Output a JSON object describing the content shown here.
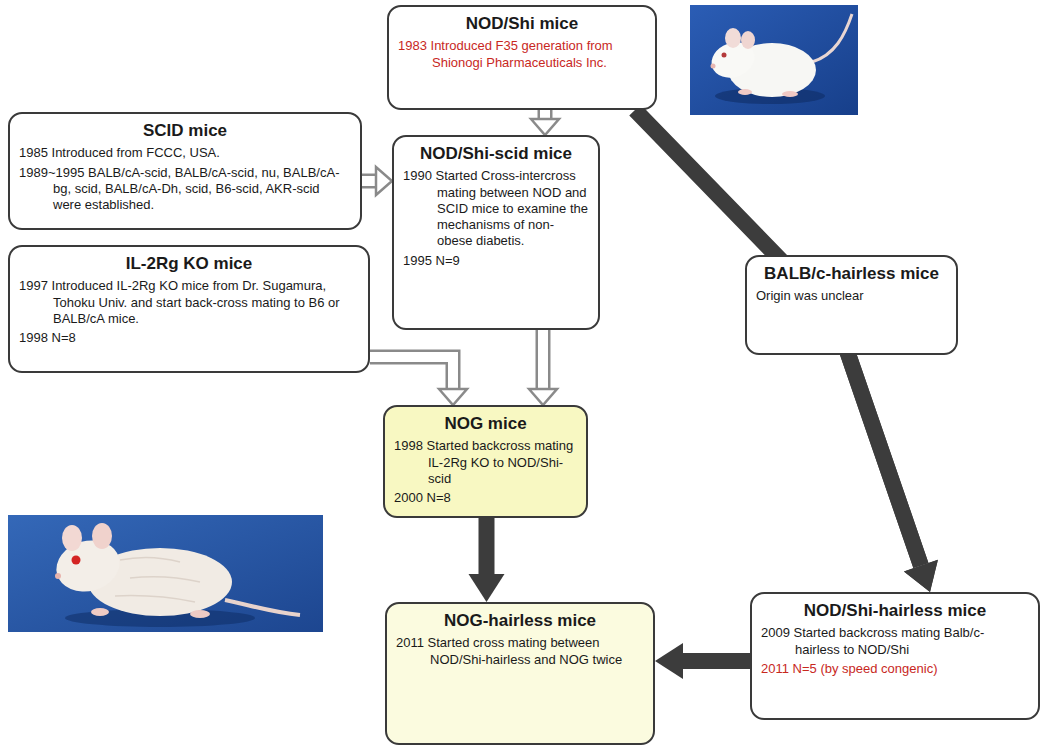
{
  "diagram": {
    "nodes": [
      {
        "text": [
          "NOD/Shi mice",
          "1983 Introduced F35 generation from Shionogi Pharmaceuticals Inc."
        ]
      },
      {
        "text": [
          "SCID mice",
          "1985 Introduced from FCCC, USA.",
          "1989~1995 BALB/cA-scid, BALB/cA-scid, nu, BALB/cA-bg, scid, BALB/cA-Dh, scid, B6-scid, AKR-scid were established."
        ]
      },
      {
        "text": [
          "NOD/Shi-scid mice",
          "1990 Started Cross-intercross mating between NOD and SCID mice to examine the mechanisms of non-obese diabetis.",
          "1995 N=9"
        ]
      },
      {
        "text": [
          "IL-2Rg KO mice",
          "1997 Introduced IL-2Rg KO mice from Dr. Sugamura, Tohoku Univ. and start back-cross mating to B6 or BALB/cA mice.",
          "1998 N=8"
        ]
      },
      {
        "text": [
          "BALB/c-hairless mice",
          "Origin was unclear"
        ]
      },
      {
        "text": [
          "NOG mice",
          "1998 Started backcross mating IL-2Rg KO to NOD/Shi-scid",
          "2000 N=8"
        ]
      },
      {
        "text": [
          "NOD/Shi-hairless mice",
          "2009 Started backcross mating Balb/c-hairless to NOD/Shi",
          "2011 N=5 (by speed congenic)"
        ]
      },
      {
        "text": [
          "NOG-hairless mice",
          "2011 Started cross mating between NOD/Shi-hairless and NOG twice"
        ]
      }
    ],
    "edges": [
      {
        "from": 0,
        "to": 2,
        "arrow": "to"
      },
      {
        "from": 1,
        "to": 2,
        "arrow": "to"
      },
      {
        "from": 2,
        "to": 5,
        "arrow": "to"
      },
      {
        "from": 3,
        "to": 5,
        "arrow": "to"
      },
      {
        "from": 0,
        "to": 6,
        "arrow": "to"
      },
      {
        "from": 4,
        "to": 6,
        "arrow": "to"
      },
      {
        "from": 5,
        "to": 7,
        "arrow": "to"
      },
      {
        "from": 6,
        "to": 7,
        "arrow": "to"
      }
    ]
  }
}
